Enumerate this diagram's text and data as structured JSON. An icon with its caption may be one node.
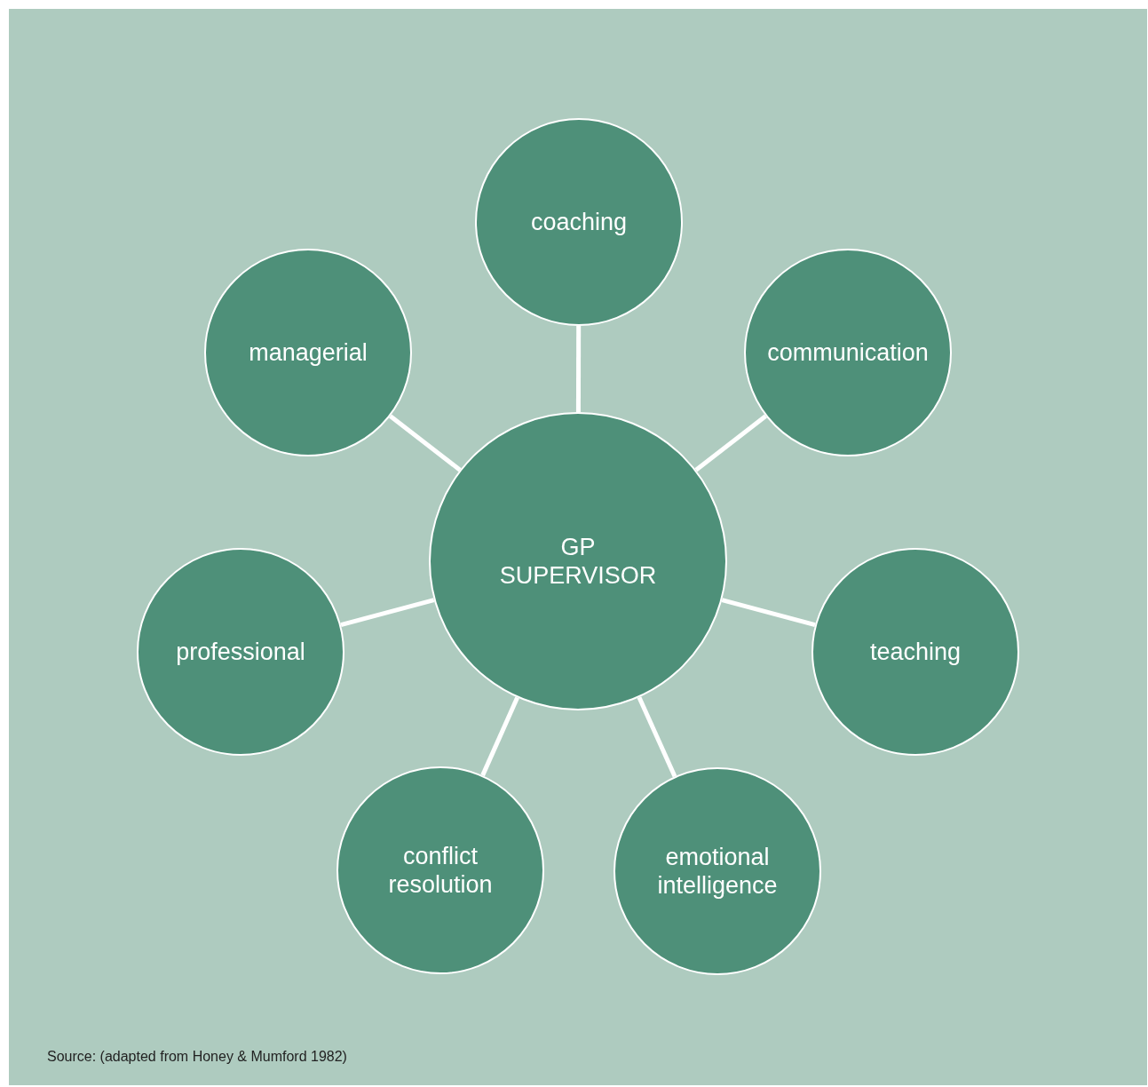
{
  "diagram": {
    "nodes": [
      {
        "text": [
          "coaching"
        ]
      },
      {
        "text": [
          "managerial"
        ]
      },
      {
        "text": [
          "communication"
        ]
      },
      {
        "text": [
          "GP SUPERVISOR"
        ]
      },
      {
        "text": [
          "professional"
        ]
      },
      {
        "text": [
          "teaching"
        ]
      },
      {
        "text": [
          "conflict resolution"
        ]
      },
      {
        "text": [
          "emotional intelligence"
        ]
      }
    ],
    "edges": [
      {
        "from": 3,
        "to": 0,
        "arrow": "none"
      },
      {
        "from": 3,
        "to": 1,
        "arrow": "none"
      },
      {
        "from": 3,
        "to": 2,
        "arrow": "none"
      },
      {
        "from": 3,
        "to": 4,
        "arrow": "none"
      },
      {
        "from": 3,
        "to": 5,
        "arrow": "none"
      },
      {
        "from": 3,
        "to": 6,
        "arrow": "none"
      },
      {
        "from": 3,
        "to": 7,
        "arrow": "none"
      }
    ],
    "caption": "Source: (adapted from Honey & Mumford 1982)"
  }
}
